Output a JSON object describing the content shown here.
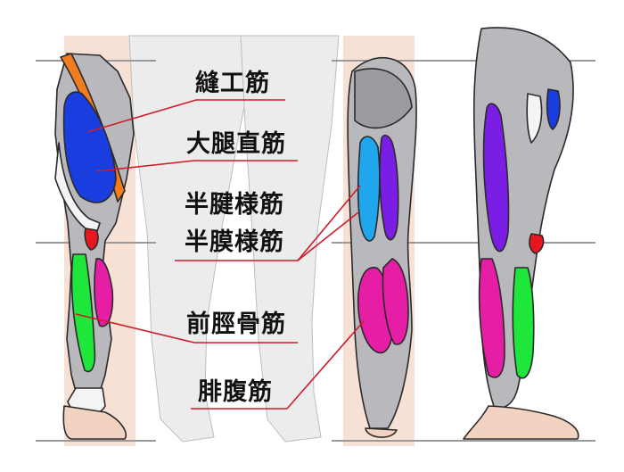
{
  "labels": {
    "sartorius": "縫工筋",
    "rectus_femoris": "大腿直筋",
    "semitendinosus": "半腱様筋",
    "semimembranosus": "半膜様筋",
    "tibialis_anterior": "前脛骨筋",
    "gastrocnemius": "腓腹筋"
  },
  "colors": {
    "sartorius": "#f07d1e",
    "rectus_femoris": "#1a3de0",
    "semitendinosus": "#7a1ee6",
    "semimembranosus": "#1fa6ec",
    "tibialis_anterior": "#1ee63a",
    "gastrocnemius": "#e61ea6",
    "patella_marker": "#e8161e",
    "leader_line": "#d11a2a",
    "muscle_gray": "#b9b9bd",
    "outline": "#2a2a2a",
    "skin": "#f2d2c0",
    "silhouette": "#ededed",
    "guide_line": "#9a9a9a"
  }
}
